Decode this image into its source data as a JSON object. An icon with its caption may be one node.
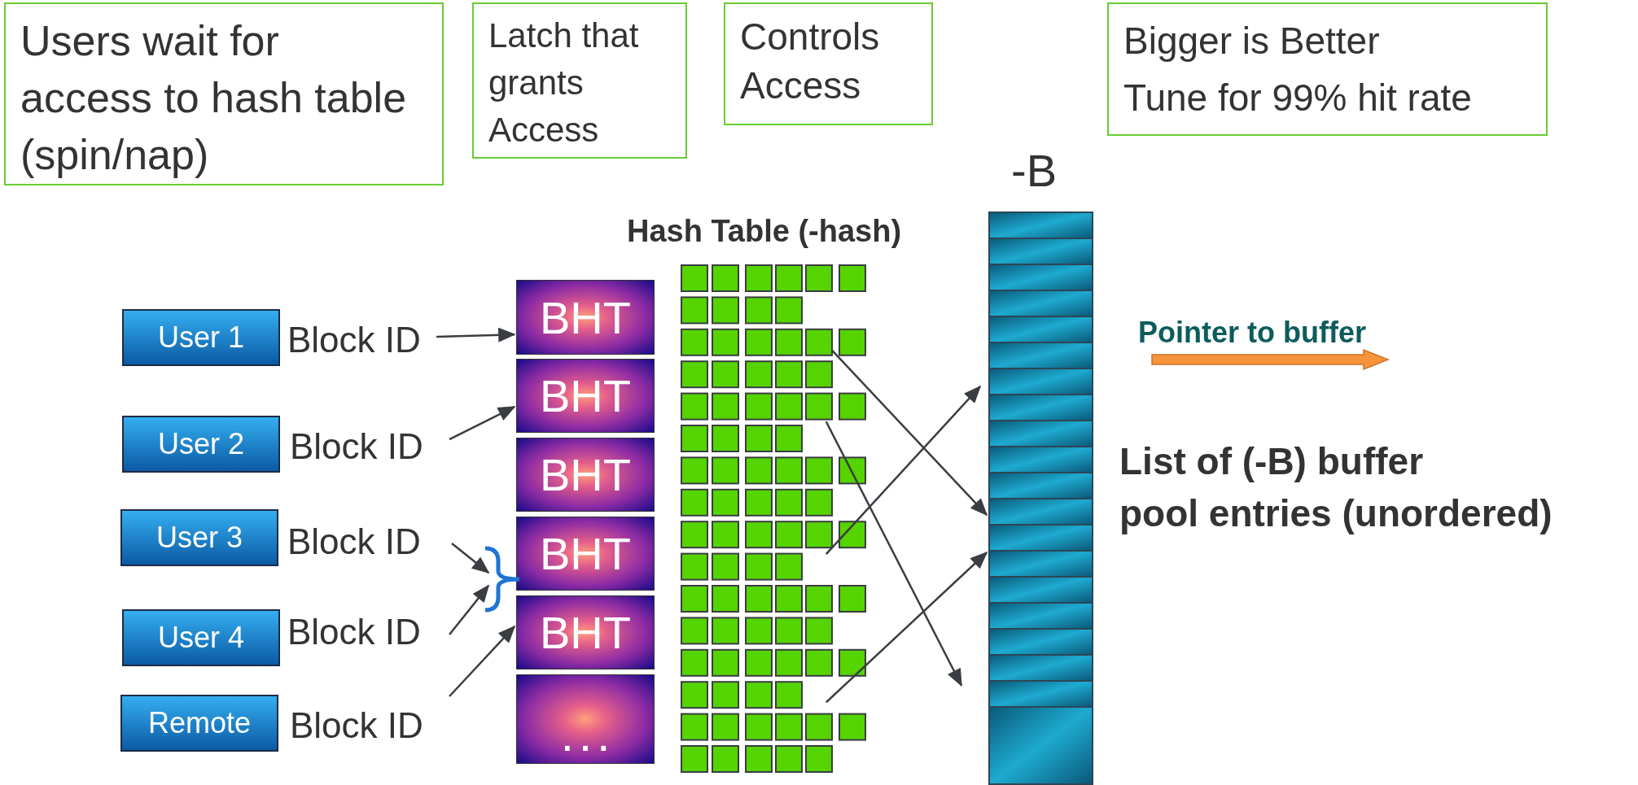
{
  "diagram": {
    "nodes": [
      {
        "text": [
          "Users wait for access to hash table (spin/nap)"
        ]
      },
      {
        "text": [
          "Latch that grants Access"
        ]
      },
      {
        "text": [
          "Controls Access"
        ]
      },
      {
        "text": [
          "Bigger is Better",
          "Tune for 99% hit rate"
        ]
      },
      {
        "text": [
          "-B"
        ],
        "beside": [
          "List of (-B) buffer pool entries (unordered)"
        ]
      },
      {
        "text": [
          "Hash Table (-hash)"
        ]
      },
      {
        "text": [
          "User 1"
        ]
      },
      {
        "text": [
          "Block ID"
        ]
      },
      {
        "text": [
          "User 2"
        ]
      },
      {
        "text": [
          "Block ID"
        ]
      },
      {
        "text": [
          "User 3"
        ]
      },
      {
        "text": [
          "Block ID"
        ]
      },
      {
        "text": [
          "User 4"
        ]
      },
      {
        "text": [
          "Block ID"
        ]
      },
      {
        "text": [
          "Remote"
        ]
      },
      {
        "text": [
          "Block ID"
        ]
      },
      {
        "text": [
          "BHT"
        ]
      },
      {
        "text": [
          "BHT"
        ]
      },
      {
        "text": [
          "BHT"
        ]
      },
      {
        "text": [
          "BHT"
        ]
      },
      {
        "text": [
          "BHT"
        ]
      },
      {
        "text": [
          ". . ."
        ]
      }
    ],
    "edges": [
      {
        "from": 7,
        "to": 16,
        "arrow": "to"
      },
      {
        "from": 9,
        "to": 17,
        "arrow": "to"
      },
      {
        "from": 11,
        "to": 19,
        "arrow": "to"
      },
      {
        "from": 13,
        "to": 19,
        "arrow": "to"
      },
      {
        "from": 15,
        "to": 20,
        "arrow": "to"
      },
      {
        "from": 5,
        "to": 4,
        "arrow": "to"
      },
      {
        "from": 5,
        "to": 4,
        "arrow": "to"
      },
      {
        "from": 5,
        "to": 4,
        "arrow": "to"
      },
      {
        "from": 5,
        "to": 4,
        "arrow": "to"
      }
    ],
    "legend": [
      {
        "text": "Pointer to buffer"
      }
    ]
  }
}
